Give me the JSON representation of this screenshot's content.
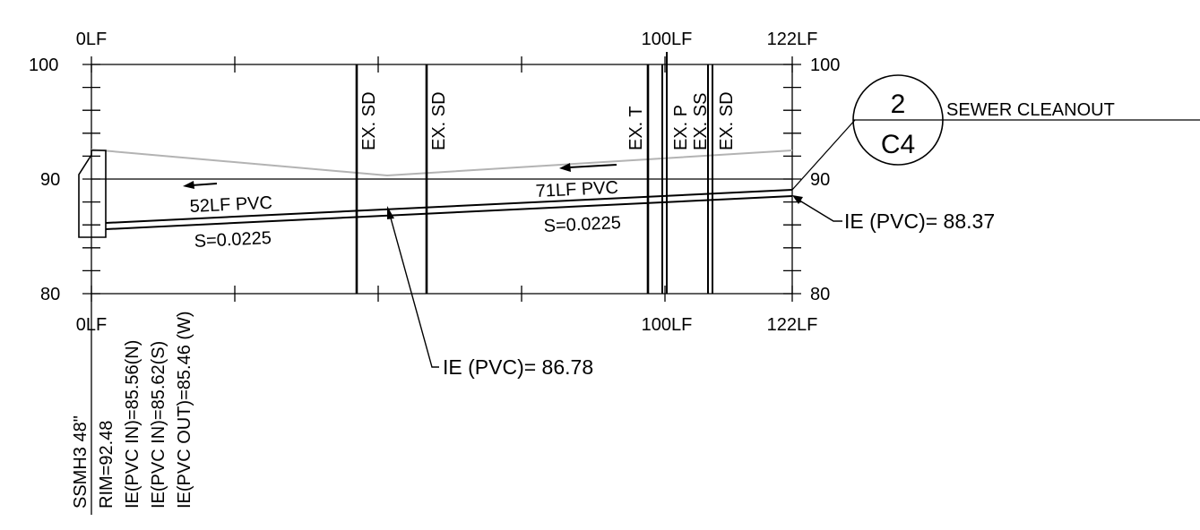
{
  "sheet": {
    "top_stations": [
      "0LF",
      "100LF",
      "122LF"
    ],
    "bottom_stations": [
      "0LF",
      "100LF",
      "122LF"
    ],
    "left_elevations": [
      "100",
      "90",
      "80"
    ],
    "right_elevations": [
      "100",
      "90",
      "80"
    ]
  },
  "crossings": [
    "EX. SD",
    "EX. SD",
    "EX. T",
    "EX. P",
    "EX. SS",
    "EX. SD"
  ],
  "pipes": {
    "left": {
      "length": "52LF PVC",
      "slope": "S=0.0225"
    },
    "right": {
      "length": "71LF PVC",
      "slope": "S=0.0225"
    }
  },
  "callouts": {
    "ie_mid": "IE (PVC)= 86.78",
    "ie_right": "IE (PVC)= 88.37"
  },
  "detail": {
    "number": "2",
    "sheet": "C4",
    "title": "SEWER CLEANOUT"
  },
  "manhole": {
    "lines": [
      "SSMH3 48\"",
      "RIM=92.48",
      "IE(PVC IN)=85.56(N)",
      "IE(PVC IN)=85.62(S)",
      "IE(PVC OUT)=85.46 (W)"
    ]
  },
  "colors": {
    "linework": "#000000",
    "existing_grade": "#b3b3b3"
  }
}
